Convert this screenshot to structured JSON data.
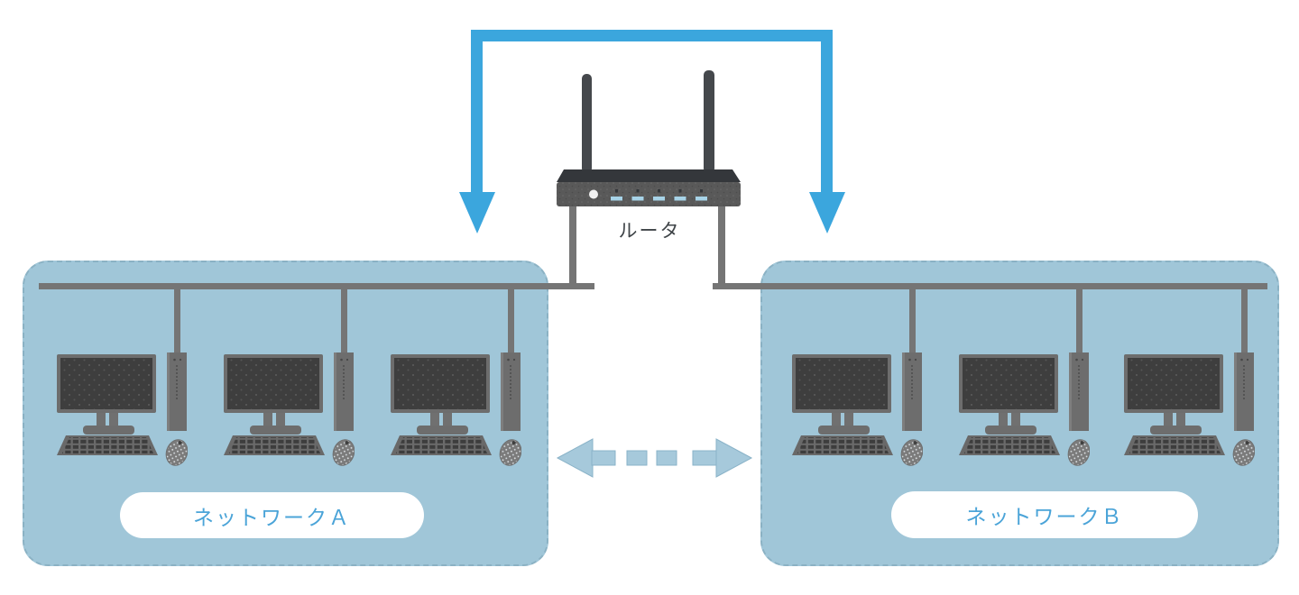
{
  "router": {
    "label": "ルータ"
  },
  "networks": [
    {
      "id": "a",
      "label": "ネットワークＡ",
      "computer_count": 3
    },
    {
      "id": "b",
      "label": "ネットワークＢ",
      "computer_count": 3
    }
  ],
  "icons": [
    "wifi-router-icon",
    "desktop-computer-icon",
    "down-arrow-bracket-icon",
    "bidirectional-dashed-arrow-icon"
  ],
  "colors": {
    "arrow-blue": "#3BA6DD",
    "box-blue": "#A0C6D8",
    "label-blue": "#4BA4D8",
    "line-gray": "#757575",
    "dark-text": "#3F4448"
  }
}
